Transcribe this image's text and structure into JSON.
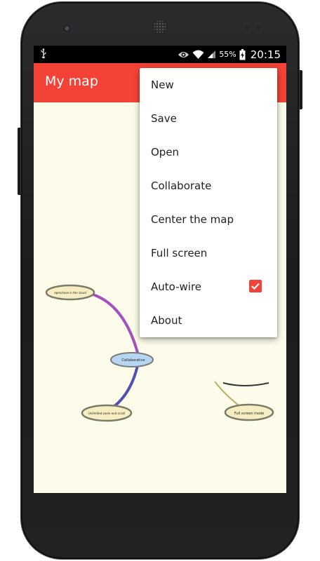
{
  "status_bar": {
    "battery_percent": "55%",
    "time": "20:15",
    "icons": [
      "usb-icon",
      "eye-icon",
      "wifi-icon",
      "cell-signal-icon",
      "battery-charging-icon"
    ]
  },
  "app_bar": {
    "title": "My map"
  },
  "mind_map": {
    "nodes": [
      {
        "id": "center",
        "label": "Collaborative"
      },
      {
        "id": "n1",
        "label": "open/save in the cloud"
      },
      {
        "id": "n2",
        "label": "Unlimited zoom and scroll"
      },
      {
        "id": "n3",
        "label": "Full screen mode"
      }
    ],
    "colors": {
      "branch_purple": "#a64fc0",
      "branch_blue": "#5050b0",
      "branch_olive": "#b8b060",
      "node_fill": "#f6eec0",
      "center_fill": "#b6d6f4",
      "node_border": "#7a7a6a"
    }
  },
  "menu": {
    "items": [
      {
        "label": "New"
      },
      {
        "label": "Save"
      },
      {
        "label": "Open"
      },
      {
        "label": "Collaborate"
      },
      {
        "label": "Center the map"
      },
      {
        "label": "Full screen"
      },
      {
        "label": "Auto-wire",
        "checked": true
      },
      {
        "label": "About"
      }
    ]
  },
  "colors": {
    "accent": "#f44336",
    "canvas_background": "#fdfcea",
    "phone_body": "#222222"
  }
}
